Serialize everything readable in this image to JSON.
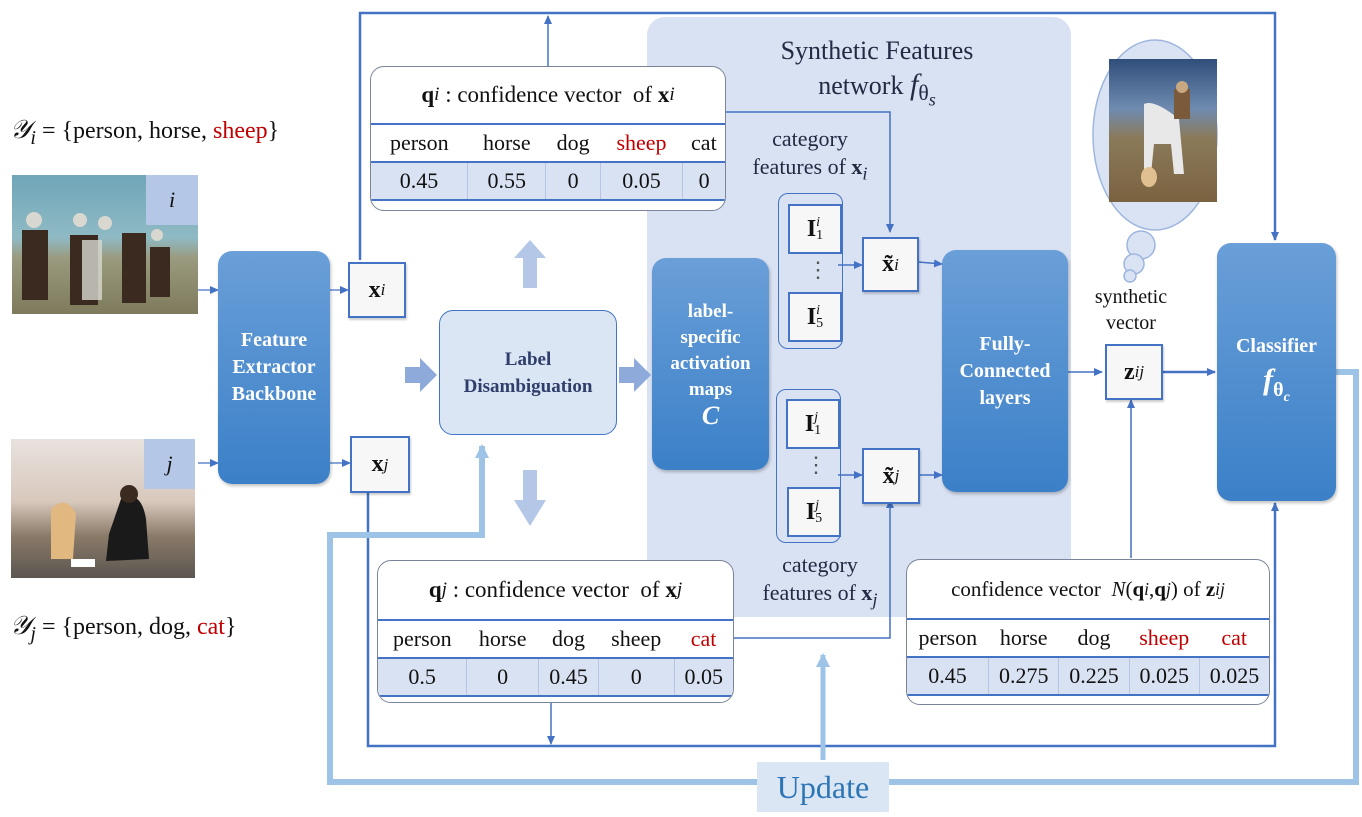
{
  "labels": {
    "yi_symbol": "𝒴",
    "yi_sub": "i",
    "yi_set_prefix": " = {person, horse, ",
    "yi_set_red": "sheep",
    "yi_set_suffix": "}",
    "yj_symbol": "𝒴",
    "yj_sub": "j",
    "yj_set_prefix": " = {person, dog, ",
    "yj_set_red": "cat",
    "yj_set_suffix": "}"
  },
  "images": {
    "image_i_tag": "i",
    "image_j_tag": "j",
    "image_i_desc": "riders-on-horses-photo",
    "image_j_desc": "woman-and-dog-photo",
    "synthetic_desc": "rider-horse-dog-photo"
  },
  "blocks": {
    "backbone": [
      "Feature",
      "Extractor",
      "Backbone"
    ],
    "disambiguation": [
      "Label",
      "Disambiguation"
    ],
    "activation": [
      "label-",
      "specific",
      "activation",
      "maps"
    ],
    "activation_symbol": "C",
    "fc": [
      "Fully-",
      "Connected",
      "layers"
    ],
    "classifier": "Classifier",
    "classifier_symbol": "f",
    "classifier_sub": "θ",
    "classifier_subsub": "c"
  },
  "vectors": {
    "xi": "x",
    "xi_sub": "i",
    "xj": "x",
    "xj_sub": "j",
    "xti": "x̃",
    "xti_sub": "i",
    "xtj": "x̃",
    "xtj_sub": "j",
    "zij": "z",
    "zij_sub": "ij",
    "I": "I",
    "Ii1_sup": "i",
    "Ii1_sub": "1",
    "Ii5_sup": "i",
    "Ii5_sub": "5",
    "Ij1_sup": "j",
    "Ij1_sub": "1",
    "Ij5_sup": "j",
    "Ij5_sub": "5",
    "vdots": "⋮"
  },
  "panel": {
    "title_line1": "Synthetic Features",
    "title_line2": "network ",
    "title_f": "f",
    "title_sub": "θ",
    "title_subsub": "s",
    "cat_feat_i_line1": "category",
    "cat_feat_i_line2": "features of ",
    "cat_feat_i_x": "x",
    "cat_feat_i_sub": "i",
    "cat_feat_j_line1": "category",
    "cat_feat_j_line2": "features of ",
    "cat_feat_j_x": "x",
    "cat_feat_j_sub": "j"
  },
  "synthetic_vector_label": [
    "synthetic",
    "vector"
  ],
  "tables": {
    "qi": {
      "title_q": "q",
      "title_sub": "i",
      "title_text": " : confidence vector  of ",
      "title_x": "x",
      "title_xsub": "i",
      "headers": [
        "person",
        "horse",
        "dog",
        "sheep",
        "cat"
      ],
      "red_headers": [
        "sheep"
      ],
      "values": [
        "0.45",
        "0.55",
        "0",
        "0.05",
        "0"
      ]
    },
    "qj": {
      "title_q": "q",
      "title_sub": "j",
      "title_text": " : confidence vector  of ",
      "title_x": "x",
      "title_xsub": "j",
      "headers": [
        "person",
        "horse",
        "dog",
        "sheep",
        "cat"
      ],
      "red_headers": [
        "cat"
      ],
      "values": [
        "0.5",
        "0",
        "0.45",
        "0",
        "0.05"
      ]
    },
    "zij": {
      "title_text": "confidence vector  ",
      "title_N": "N",
      "title_args": "(q",
      "title_mid": ", q",
      "title_end": ") of ",
      "title_z": "z",
      "title_zsub": "ij",
      "headers": [
        "person",
        "horse",
        "dog",
        "sheep",
        "cat"
      ],
      "red_headers": [
        "sheep",
        "cat"
      ],
      "values": [
        "0.45",
        "0.275",
        "0.225",
        "0.025",
        "0.025"
      ]
    }
  },
  "update_label": "Update",
  "colors": {
    "accent_blue": "#4472c4",
    "light_blue": "#9dc3e6",
    "panel_bg": "#d9e2f3",
    "red": "#c00000"
  }
}
